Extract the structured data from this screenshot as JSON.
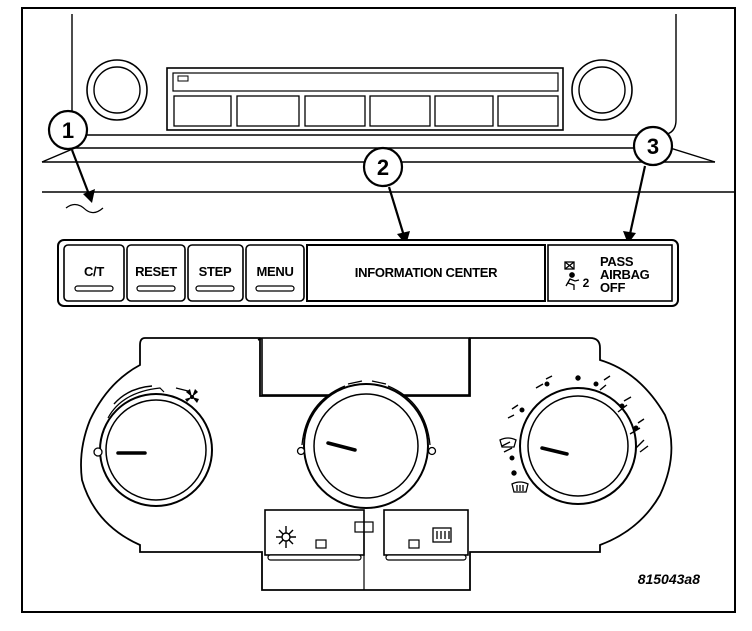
{
  "callouts": [
    {
      "number": "1"
    },
    {
      "number": "2"
    },
    {
      "number": "3"
    }
  ],
  "buttons": {
    "ct": "C/T",
    "reset": "RESET",
    "step": "STEP",
    "menu": "MENU"
  },
  "info_center": "INFORMATION CENTER",
  "airbag": {
    "line1": "PASS",
    "line2": "AIRBAG",
    "line3": "OFF",
    "icon_number": "2"
  },
  "figure_id": "815043a8",
  "icons": {
    "fan": "fan-icon",
    "airbag_occupant": "passenger-airbag-icon",
    "defrost_front": "front-defrost-icon",
    "defrost_rear": "rear-defrost-icon",
    "ac": "ac-snowflake-icon",
    "vent_modes": "vent-mode-icons"
  }
}
